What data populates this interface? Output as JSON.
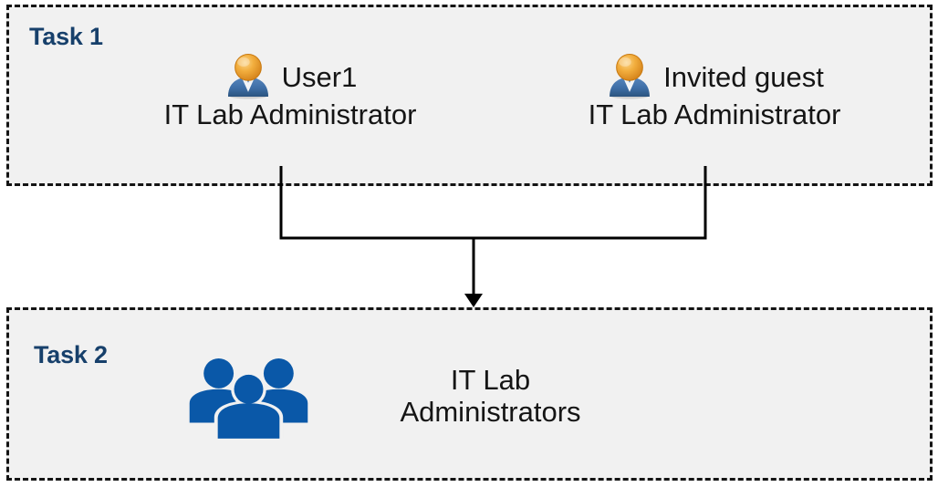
{
  "diagram": {
    "title_not_shown": "",
    "colors": {
      "panel_fill": "#F1F1F1",
      "panel_border": "#141414",
      "task_label": "#17406B",
      "group_icon_blue": "#0A58A8",
      "user_icon_head": "#F0A830",
      "user_icon_body": "#3A6FA8",
      "connector": "#000000",
      "page_background": "#FFFFFF"
    },
    "panels": [
      {
        "id": "task1",
        "label": "Task 1",
        "members": [
          {
            "icon": "user-icon",
            "name": "User1",
            "role": "IT Lab Administrator"
          },
          {
            "icon": "user-icon",
            "name": "Invited guest",
            "role": "IT Lab Administrator"
          }
        ]
      },
      {
        "id": "task2",
        "label": "Task 2",
        "group": {
          "icon": "group-of-people-icon",
          "name_line1": "IT Lab",
          "name_line2": "Administrators"
        }
      }
    ],
    "connector": {
      "type": "merge-arrow",
      "description": "Two vertical lines from Task 1 members merge into a horizontal bar, then a single arrow points down into Task 2",
      "arrow_direction": "down"
    }
  }
}
